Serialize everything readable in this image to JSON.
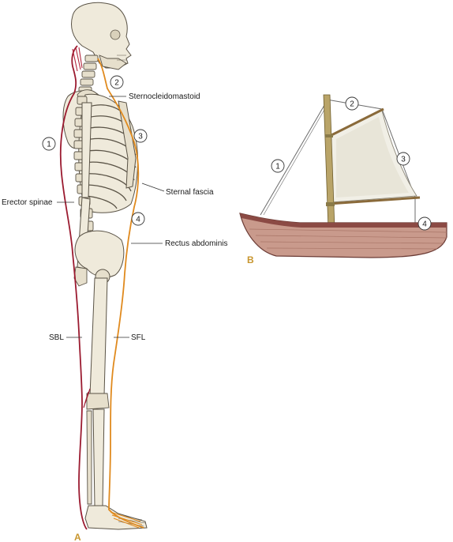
{
  "panel_a": {
    "label": "A",
    "labels": {
      "sternocleidomastoid": "Sternocleidomastoid",
      "erector_spinae": "Erector spinae",
      "sternal_fascia": "Sternal fascia",
      "rectus_abdominis": "Rectus abdominis",
      "sbl": "SBL",
      "sfl": "SFL"
    },
    "markers": [
      "1",
      "2",
      "3",
      "4"
    ]
  },
  "panel_b": {
    "label": "B",
    "markers": [
      "1",
      "2",
      "3",
      "4"
    ]
  },
  "colors": {
    "superficial_back_line": "#9b1b30",
    "superficial_front_line": "#e08a1e",
    "bone_fill": "#efeadb",
    "bone_stroke": "#5a5346",
    "hull": "#c99a8c",
    "sail": "#f1efe6",
    "mast": "#b9a468",
    "panel_label": "#c8962e"
  }
}
